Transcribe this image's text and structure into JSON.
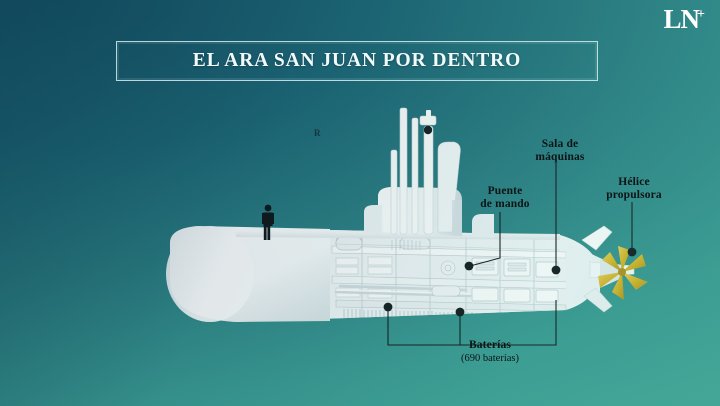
{
  "brand": {
    "name": "LN",
    "plus": "+"
  },
  "header": {
    "title": "EL ARA SAN JUAN POR DENTRO"
  },
  "diagram": {
    "stray_mark": "R",
    "callouts": [
      {
        "id": "puente",
        "label": "Puente\nde mando",
        "line1": "Puente",
        "line2": "de mando"
      },
      {
        "id": "sala",
        "label": "Sala de máquinas",
        "line1": "Sala de",
        "line2": "máquinas"
      },
      {
        "id": "helice",
        "label": "Hélice propulsora",
        "line1": "Hélice",
        "line2": "propulsora"
      },
      {
        "id": "baterias",
        "label": "Baterías",
        "line1": "Baterías",
        "sub": "(690 baterías)"
      }
    ]
  },
  "colors": {
    "background_dark": "#17566b",
    "background_light": "#42a496",
    "hull": "#ffffff",
    "hull_shadow": "#c9d4d8",
    "propeller": "#d9b21f",
    "label_text": "#0d1416",
    "title_text": "#f2fbfc"
  }
}
